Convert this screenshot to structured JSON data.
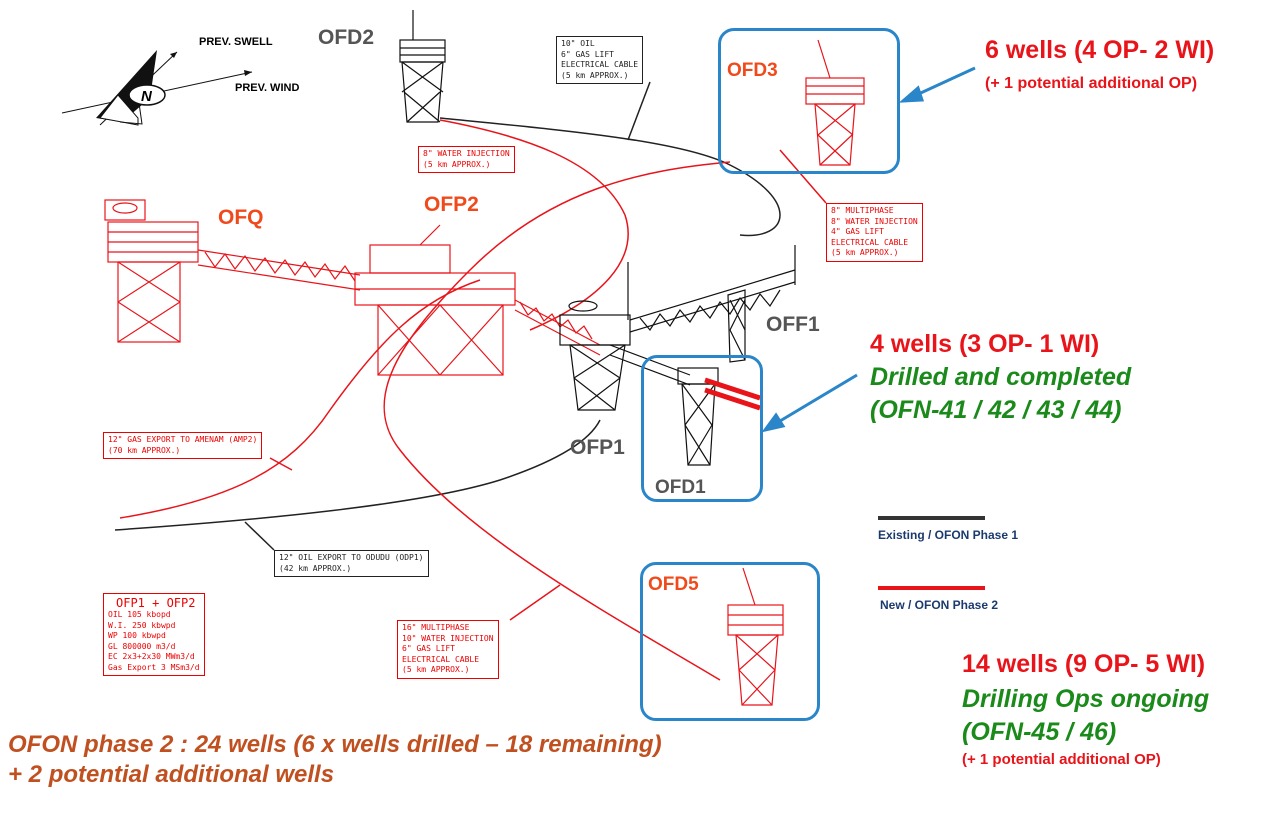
{
  "compass": {
    "north": "N",
    "swell": "PREV. SWELL",
    "wind": "PREV. WIND"
  },
  "platforms": {
    "ofd2": "OFD2",
    "ofd3": "OFD3",
    "ofq": "OFQ",
    "ofp2": "OFP2",
    "off1": "OFF1",
    "ofp1": "OFP1",
    "ofd1": "OFD1",
    "ofd5": "OFD5"
  },
  "pipe_labels": {
    "ofd2_black": [
      "10\" OIL",
      "6\" GAS LIFT",
      "ELECTRICAL CABLE",
      "(5 km APPROX.)"
    ],
    "ofd2_red": [
      "8\" WATER INJECTION",
      "(5 km APPROX.)"
    ],
    "ofd3_red": [
      "8\" MULTIPHASE",
      "8\" WATER INJECTION",
      "4\" GAS LIFT",
      "ELECTRICAL CABLE",
      "(5 km APPROX.)"
    ],
    "gas_export": [
      "12\" GAS EXPORT TO AMENAM (AMP2)",
      "(70 km APPROX.)"
    ],
    "oil_export": [
      "12\" OIL EXPORT TO ODUDU (ODP1)",
      "(42 km APPROX.)"
    ],
    "ofd5_red": [
      "16\" MULTIPHASE",
      "10\" WATER INJECTION",
      "6\" GAS LIFT",
      "ELECTRICAL CABLE",
      "(5 km APPROX.)"
    ]
  },
  "capacity_box": {
    "title": "OFP1 + OFP2",
    "rows": [
      "OIL  105 kbopd",
      "W.I. 250 kbwpd",
      "WP   100 kbwpd",
      "GL    800000 m3/d",
      "EC   2x3+2x30 MWm3/d",
      "Gas Export 3 MSm3/d"
    ]
  },
  "annotations": {
    "ofd3": {
      "wells": "6 wells (4 OP- 2 WI)",
      "note": "(+ 1 potential additional OP)"
    },
    "ofd1": {
      "wells": "4 wells (3 OP- 1 WI)",
      "status": "Drilled and completed",
      "ids": "(OFN-41 / 42 / 43 / 44)"
    },
    "ofd5": {
      "wells": "14 wells (9 OP- 5 WI)",
      "status": "Drilling Ops ongoing",
      "ids": "(OFN-45 / 46)",
      "note": "(+ 1 potential additional OP)"
    }
  },
  "legend": {
    "existing": "Existing / OFON Phase 1",
    "new": "New / OFON Phase 2",
    "existing_color": "#333333",
    "new_color": "#e8141a"
  },
  "summary": {
    "line1": "OFON phase 2 : 24 wells (6 x wells drilled – 18 remaining)",
    "line2": "+ 2 potential additional wells"
  }
}
